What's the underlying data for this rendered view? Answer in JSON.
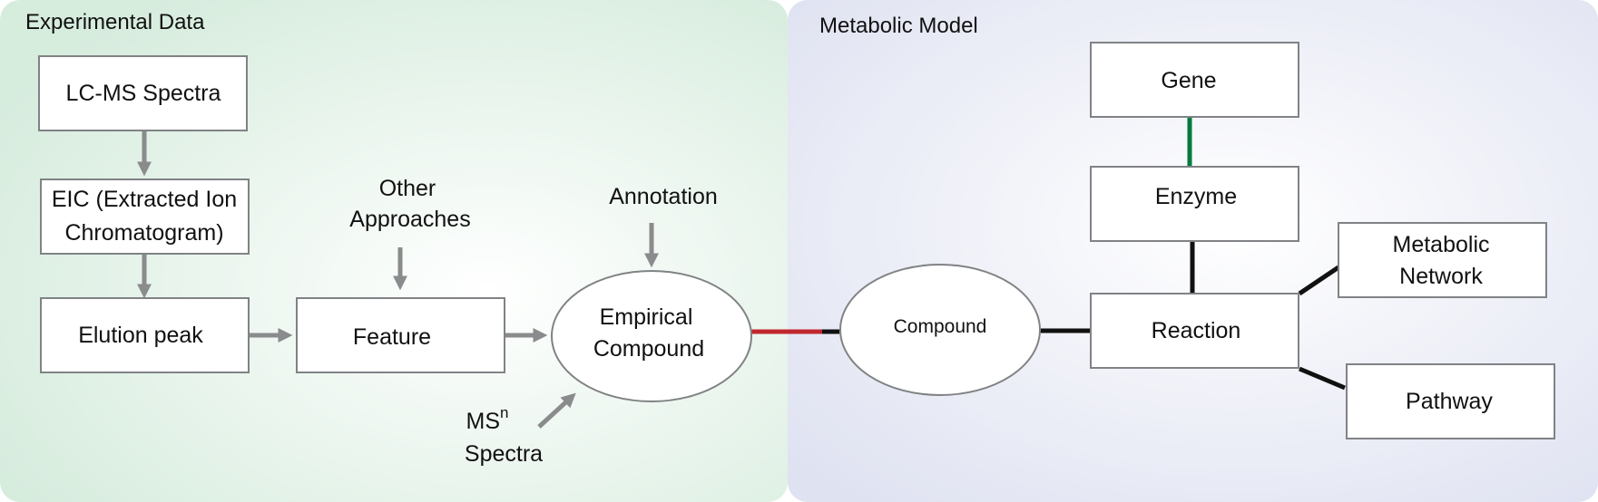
{
  "panels": {
    "experimental": {
      "title": "Experimental Data"
    },
    "model": {
      "title": "Metabolic Model"
    }
  },
  "nodes": {
    "lcms": "LC-MS Spectra",
    "eic_line1": "EIC (Extracted Ion",
    "eic_line2": "Chromatogram)",
    "elution": "Elution peak",
    "feature": "Feature",
    "other_line1": "Other",
    "other_line2": "Approaches",
    "annotation": "Annotation",
    "empirical_line1": "Empirical",
    "empirical_line2": "Compound",
    "msn_base": "MS",
    "msn_sup": "n",
    "msn_line2": "Spectra",
    "compound": "Compound",
    "gene": "Gene",
    "enzyme": "Enzyme",
    "reaction": "Reaction",
    "network_line1": "Metabolic",
    "network_line2": "Network",
    "pathway": "Pathway"
  },
  "colors": {
    "experimental_panel": "#dcefe3",
    "model_panel": "#e2e5f2",
    "arrow": "#8a8b8d",
    "link_red": "#c1272d",
    "link_green": "#007a3d",
    "link_black": "#111111"
  }
}
